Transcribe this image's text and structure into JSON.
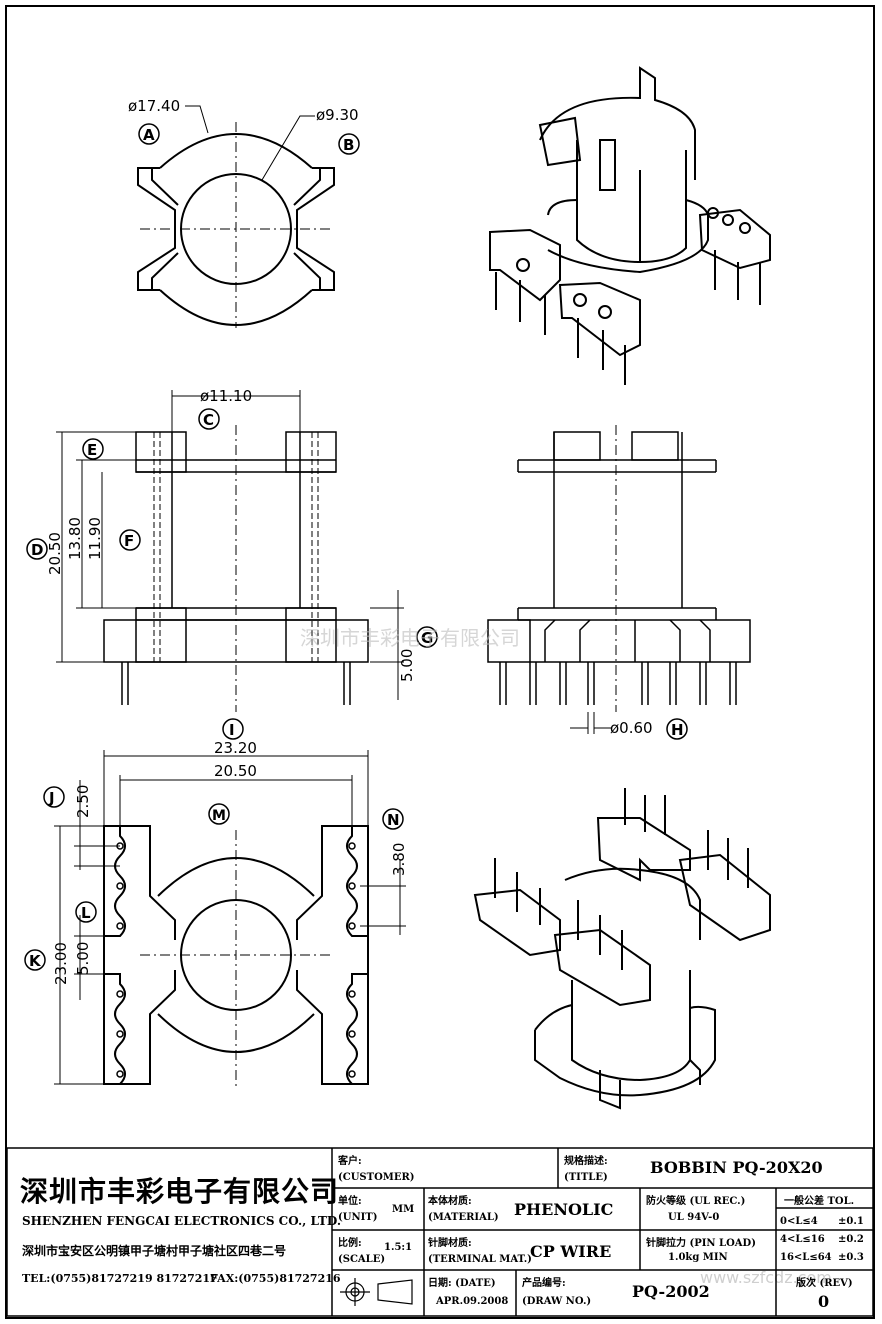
{
  "dims": {
    "top_outer_dia": "ø17.40",
    "top_inner_dia": "ø9.30",
    "side_width": "ø11.10",
    "height_total": "20.50",
    "height_mid": "13.80",
    "height_inner": "11.90",
    "base_height": "5.00",
    "pin_dia": "ø0.60",
    "bottom_width_outer": "23.20",
    "bottom_width_inner": "20.50",
    "pitch_top": "2.50",
    "pitch_right": "3.80",
    "pitch_gap": "5.00",
    "bottom_height": "23.00"
  },
  "labels": {
    "A": "A",
    "B": "B",
    "C": "C",
    "D": "D",
    "E": "E",
    "F": "F",
    "G": "G",
    "H": "H",
    "I": "I",
    "J": "J",
    "K": "K",
    "L": "L",
    "M": "M",
    "N": "N"
  },
  "watermark": "深圳市丰彩电子有限公司",
  "watermark2": "www.szfcdz.com",
  "titleblock": {
    "company_cn": "深圳市丰彩电子有限公司",
    "company_en": "SHENZHEN FENGCAI ELECTRONICS CO., LTD.",
    "address": "深圳市宝安区公明镇甲子塘村甲子塘社区四巷二号",
    "tel": "TEL:(0755)81727219  81727217",
    "fax": "FAX:(0755)81727216",
    "customer_cn": "客户:",
    "customer_en": "(CUSTOMER)",
    "title_cn": "规格描述:",
    "title_en": "(TITLE)",
    "title_value": "BOBBIN PQ-20X20",
    "unit_cn": "单位:",
    "unit_en": "(UNIT)",
    "unit_value": "MM",
    "material_cn": "本体材质:",
    "material_en": "(MATERIAL)",
    "material_value": "PHENOLIC",
    "ul_cn": "防火等级 (UL REC.)",
    "ul_value": "UL 94V-0",
    "tol_title": "一般公差 TOL.",
    "tol_rows": [
      {
        "range": "0<L≤4",
        "value": "±0.1"
      },
      {
        "range": "4<L≤16",
        "value": "±0.2"
      },
      {
        "range": "16<L≤64",
        "value": "±0.3"
      }
    ],
    "scale_cn": "比例:",
    "scale_en": "(SCALE)",
    "scale_value": "1.5:1",
    "terminal_cn": "针脚材质:",
    "terminal_en": "(TERMINAL MAT.)",
    "terminal_value": "CP WIRE",
    "pinload_cn": "针脚拉力 (PIN LOAD)",
    "pinload_value": "1.0kg MIN",
    "date_cn": "日期: (DATE)",
    "date_value": "APR.09.2008",
    "drawno_cn": "产品编号:",
    "drawno_en": "(DRAW NO.)",
    "drawno_value": "PQ-2002",
    "rev_cn": "版次 (REV)",
    "rev_value": "0"
  }
}
